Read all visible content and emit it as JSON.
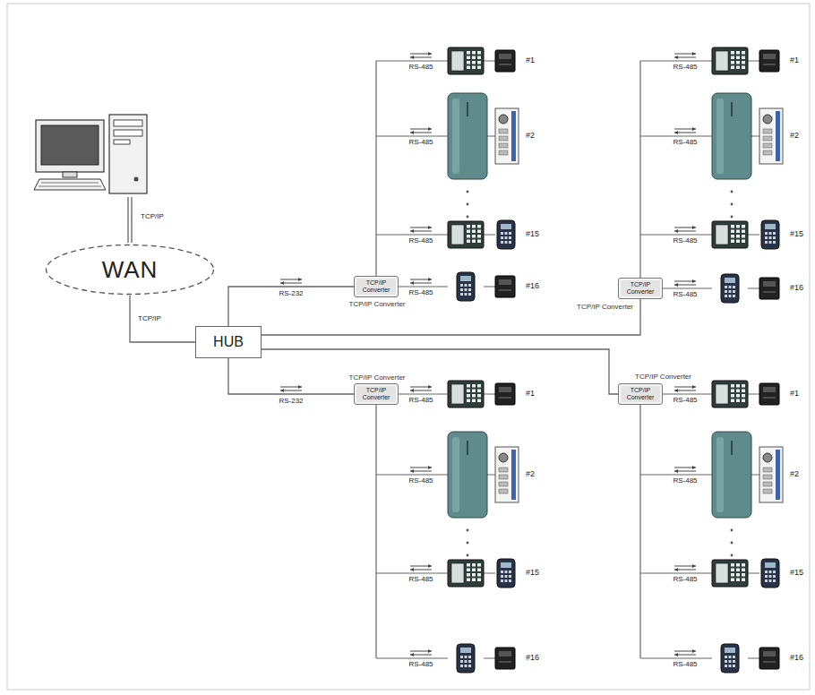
{
  "diagram": {
    "nodes": [
      {
        "text": [
          "WAN"
        ]
      },
      {
        "text": [
          "HUB"
        ]
      },
      {
        "text": [
          "TCP/IP Converter",
          "TCP/IP Converter"
        ]
      },
      {
        "text": [
          "TCP/IP Converter",
          "TCP/IP Converter"
        ]
      },
      {
        "text": [
          "TCP/IP Converter",
          "TCP/IP Converter"
        ]
      },
      {
        "text": [
          "TCP/IP Converter",
          "TCP/IP Converter"
        ]
      }
    ],
    "edges": [
      {
        "from": 0,
        "to": 1,
        "arrow": "none",
        "label": "TCP/IP"
      },
      {
        "from": 1,
        "to": 2,
        "arrow": "none",
        "label": "RS-232"
      },
      {
        "from": 1,
        "to": 3,
        "arrow": "none"
      },
      {
        "from": 1,
        "to": 4,
        "arrow": "none",
        "label": "RS-232"
      },
      {
        "from": 1,
        "to": 5,
        "arrow": "none"
      }
    ],
    "labels": [
      "TCP/IP",
      "RS-485",
      "#1",
      "RS-485",
      "#2",
      "RS-485",
      "#15",
      "RS-485",
      "#16",
      "RS-485",
      "#1",
      "RS-485",
      "#2",
      "RS-485",
      "#15",
      "RS-485",
      "#16",
      "RS-485",
      "#1",
      "RS-485",
      "#2",
      "RS-485",
      "#15",
      "RS-485",
      "#16",
      "RS-485",
      "#1",
      "RS-485",
      "#2",
      "RS-485",
      "#15",
      "RS-485",
      "#16"
    ]
  }
}
